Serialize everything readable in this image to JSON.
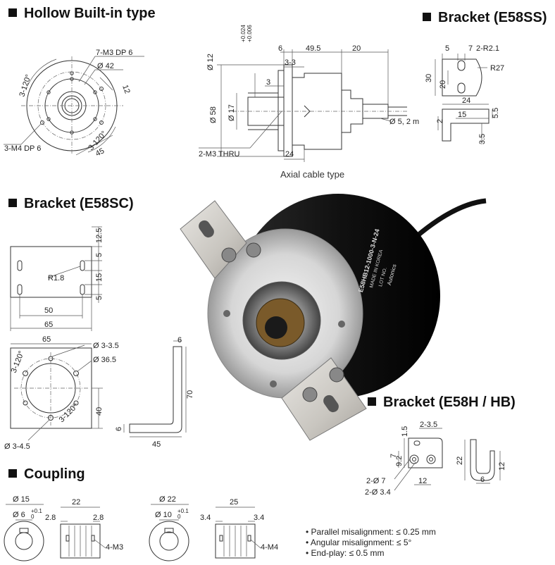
{
  "headers": {
    "hollow": "Hollow Built-in type",
    "e58ss": "Bracket (E58SS)",
    "e58sc": "Bracket (E58SC)",
    "e58h": "Bracket (E58H / HB)",
    "coupling": "Coupling"
  },
  "hollow_front": {
    "m3": "7-M3 DP 6",
    "d42": "Ø 42",
    "d12": "12",
    "ang1": "3-120°",
    "ang2": "3-120°",
    "d45": "45",
    "m4": "3-M4 DP 6"
  },
  "hollow_side": {
    "d12": "Ø 12",
    "tol_up": "+0.024",
    "tol_dn": "+0.006",
    "d6": "6",
    "d49": "49.5",
    "d20": "20",
    "d33": "3-3",
    "d3": "3",
    "d58": "Ø 58",
    "d17": "Ø 17",
    "d24": "24",
    "cable": "Ø 5, 2 m",
    "thru": "2-M3 THRU",
    "caption": "Axial cable type"
  },
  "e58ss": {
    "d5": "5",
    "d7": "7",
    "r21": "2-R2.1",
    "d20": "20",
    "d30": "30",
    "r27": "R27",
    "d24": "24",
    "d15": "15",
    "d55": "5.5",
    "d2": "2",
    "d35": "3.5"
  },
  "e58sc_top": {
    "d125": "12.5",
    "d5a": "5",
    "r18": "R1.8",
    "d15": "15",
    "d5b": "5",
    "d50": "50",
    "d65": "65"
  },
  "e58sc_front": {
    "d65": "65",
    "d35": "Ø 3-3.5",
    "d365": "Ø 36.5",
    "ang1": "3-120°",
    "ang2": "3-120°",
    "d40": "40",
    "d45": "Ø 3-4.5"
  },
  "e58sc_side": {
    "d6": "6",
    "d70": "70",
    "d6b": "6",
    "d45": "45"
  },
  "e58h": {
    "d235": "2-3.5",
    "d15": "1.5",
    "d92": "9.2",
    "d7": "7",
    "d7hole": "2-Ø 7",
    "d34": "2-Ø 3.4",
    "d12": "12",
    "d22": "22",
    "d12b": "12",
    "d6": "6"
  },
  "coupling": {
    "c1_d15": "Ø 15",
    "c1_d6": "Ø 6",
    "c1_tol_up": "+0.1",
    "c1_tol_dn": "0",
    "c1_d22": "22",
    "c1_d28a": "2.8",
    "c1_d28b": "2.8",
    "c1_m3": "4-M3",
    "c2_d22": "Ø 22",
    "c2_d10": "Ø 10",
    "c2_tol_up": "+0.1",
    "c2_tol_dn": "0",
    "c2_d25": "25",
    "c2_d34a": "3.4",
    "c2_d34b": "3.4",
    "c2_m4": "4-M4"
  },
  "notes": [
    "Parallel misalignment: ≤ 0.25 mm",
    "Angular misalignment: ≤ 5°",
    "End-play: ≤ 0.5 mm"
  ],
  "product": {
    "label1": "E58HB12-1000-3-N-24",
    "label2": "MADE IN KOREA",
    "label3": "LOT NO.",
    "brand": "Autonics"
  }
}
